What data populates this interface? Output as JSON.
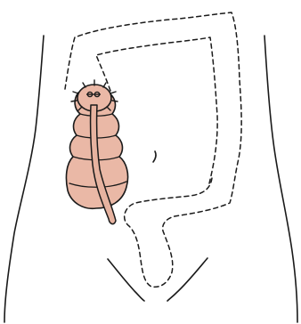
{
  "figure": {
    "colors": {
      "background": "#ffffff",
      "outline": "#1a1a1a",
      "segment_fill": "#eab8a6",
      "tube_fill": "#e7b3a0"
    },
    "parts": [
      "torso-outline",
      "colon-dashed-outline",
      "ascending-colon-segment",
      "suture-ring",
      "tube-insert",
      "navel-mark"
    ]
  }
}
